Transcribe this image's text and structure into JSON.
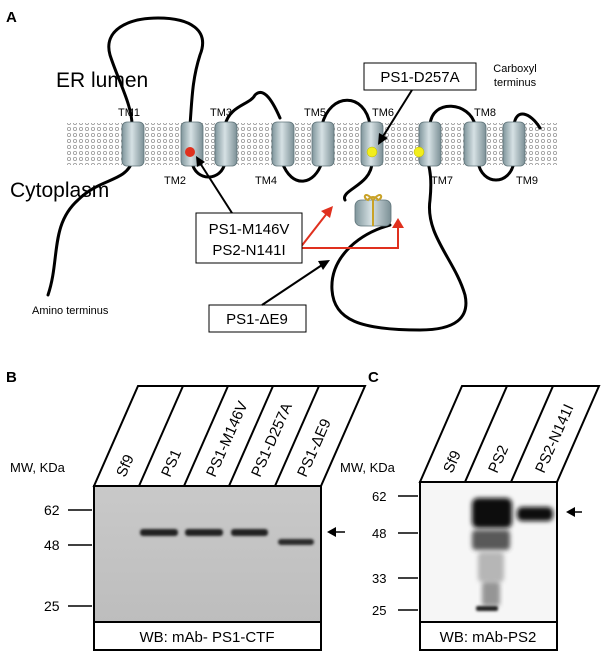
{
  "panel_a": {
    "letter": "A",
    "er_lumen": "ER lumen",
    "cytoplasm": "Cytoplasm",
    "carboxyl_line1": "Carboxyl",
    "carboxyl_line2": "terminus",
    "amino": "Amino terminus",
    "tm_labels": [
      "TM1",
      "TM2",
      "TM3",
      "TM4",
      "TM5",
      "TM6",
      "TM7",
      "TM8",
      "TM9"
    ],
    "box_d257a": "PS1-D257A",
    "box_m146v_line1": "PS1-M146V",
    "box_m146v_line2": "PS2-N141I",
    "box_de9": "PS1-ΔE9",
    "colors": {
      "m146v_dot": "#e0301e",
      "d257a_dot": "#f2ee1c",
      "de9_arrow": "#e0301e",
      "helix": "#8ea6ad"
    }
  },
  "panel_b": {
    "letter": "B",
    "lanes": [
      "Sf9",
      "PS1",
      "PS1-M146V",
      "PS1-D257A",
      "PS1-ΔE9"
    ],
    "mw_title": "MW, KDa",
    "markers": [
      "62",
      "48",
      "25"
    ],
    "caption": "WB: mAb- PS1-CTF"
  },
  "panel_c": {
    "letter": "C",
    "lanes": [
      "Sf9",
      "PS2",
      "PS2-N141I"
    ],
    "mw_title": "MW, KDa",
    "markers": [
      "62",
      "48",
      "33",
      "25"
    ],
    "caption": "WB: mAb-PS2"
  }
}
